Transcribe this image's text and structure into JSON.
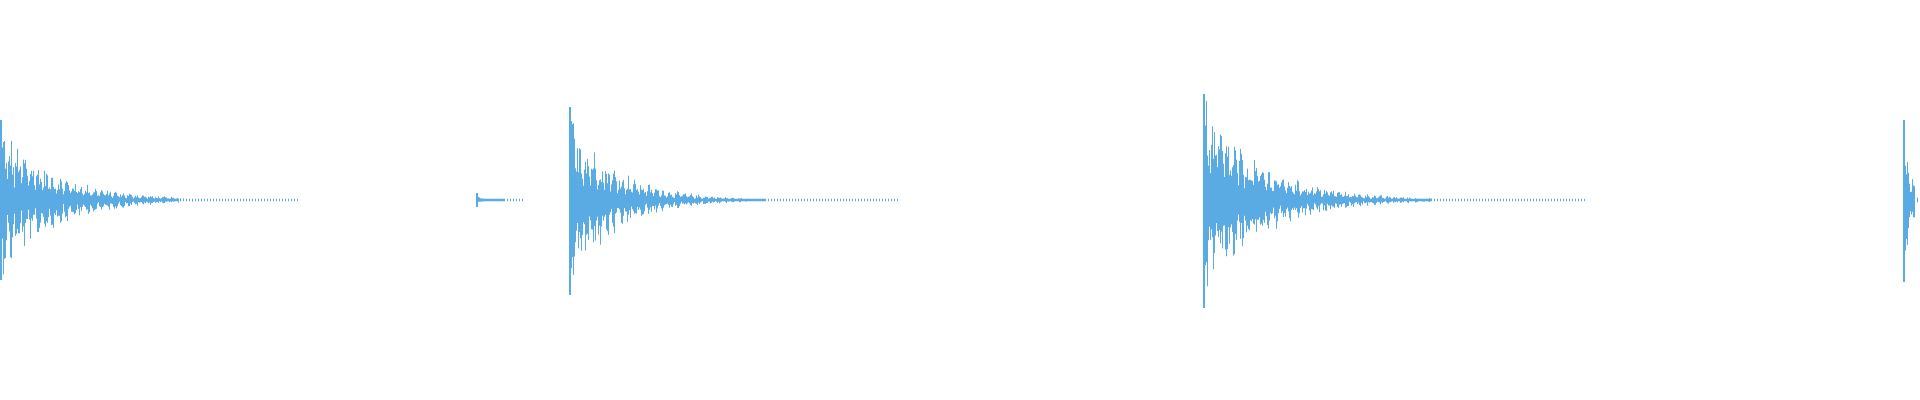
{
  "waveform": {
    "color": "#5aaae3",
    "background": "#ffffff",
    "baseline_level": 0.0,
    "events": [
      {
        "name": "hit-1",
        "onset": 0.0,
        "peak": 0.8,
        "neg_peak": 0.8,
        "decay": 0.028,
        "tail_end": 0.155
      },
      {
        "name": "hit-2",
        "onset": 0.2475,
        "peak": 0.07,
        "neg_peak": 0.07,
        "decay": 0.002,
        "tail_end": 0.272
      },
      {
        "name": "hit-3",
        "onset": 0.2962,
        "peak": 0.93,
        "neg_peak": 0.95,
        "decay": 0.024,
        "tail_end": 0.467
      },
      {
        "name": "hit-4",
        "onset": 0.6264,
        "peak": 1.06,
        "neg_peak": 1.08,
        "decay": 0.03,
        "tail_end": 0.825
      },
      {
        "name": "hit-5",
        "onset": 0.991,
        "peak": 0.8,
        "neg_peak": 0.82,
        "decay": 0.004,
        "tail_end": 1.0
      }
    ]
  }
}
